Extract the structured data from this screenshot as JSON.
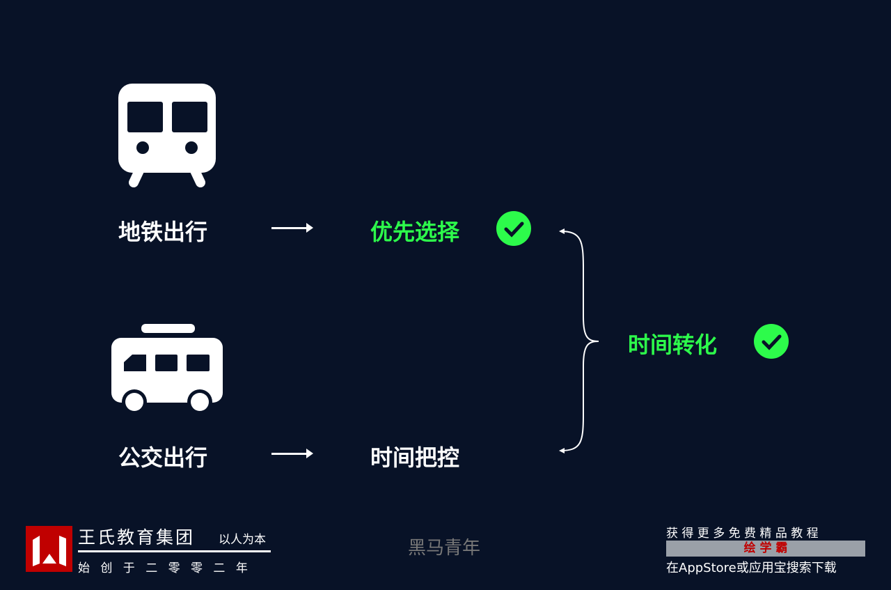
{
  "rows": [
    {
      "label": "地铁出行",
      "result": "优先选择",
      "icon": "subway-icon"
    },
    {
      "label": "公交出行",
      "result": "时间把控",
      "icon": "bus-icon"
    }
  ],
  "conclusion": "时间转化",
  "colors": {
    "background": "#081227",
    "accent": "#2dfb4b",
    "logo_red": "#c00000"
  },
  "footer": {
    "brand": "王氏教育集团",
    "slogan": "以人为本",
    "founded": "始 创 于 二 零 零 二 年",
    "watermark": "黑马青年",
    "promo_top": "获 得 更 多 免 费 精 品 教 程",
    "promo_app": "绘 学 霸",
    "promo_bottom": "在AppStore或应用宝搜索下载"
  }
}
